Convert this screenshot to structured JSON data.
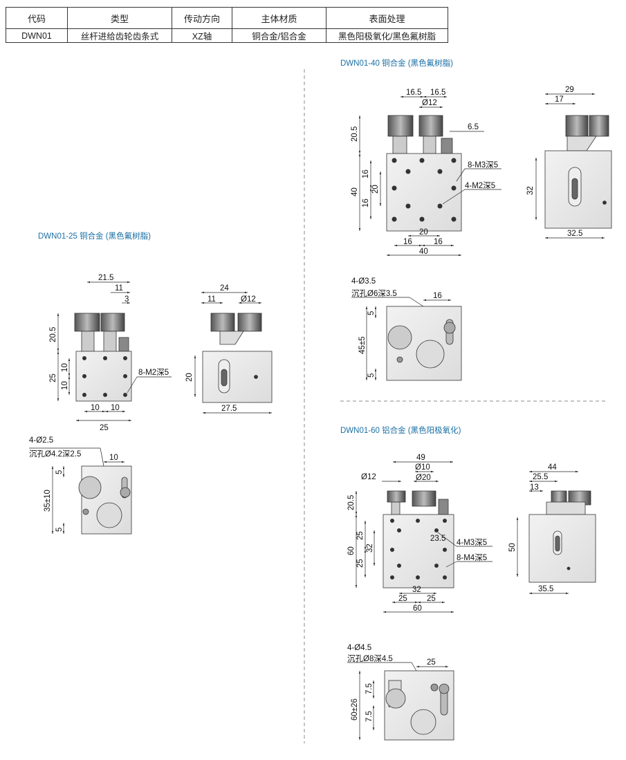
{
  "table": {
    "headers": [
      "代码",
      "类型",
      "传动方向",
      "主体材质",
      "表面处理"
    ],
    "row": [
      "DWN01",
      "丝杆进给齿轮齿条式",
      "XZ轴",
      "铜合金/铝合金",
      "黑色阳极氧化/黑色氟树脂"
    ]
  },
  "sections": {
    "s25": "DWN01-25 铜合金 (黑色氟树脂)",
    "s40": "DWN01-40 铜合金 (黑色氟树脂)",
    "s60": "DWN01-60 铝合金 (黑色阳极氧化)"
  },
  "d25": {
    "w21_5": "21.5",
    "w11": "11",
    "w3": "3",
    "h20_5": "20.5",
    "h25": "25",
    "h10a": "10",
    "h10b": "10",
    "note": "8-M2深5",
    "b10a": "10",
    "b10b": "10",
    "b25": "25",
    "s24": "24",
    "s11": "11",
    "d12": "Ø12",
    "s20": "20",
    "s27_5": "27.5",
    "c1": "4-Ø2.5",
    "c2": "沉孔Ø4.2深2.5",
    "c10": "10",
    "c5a": "5",
    "c5b": "5",
    "c35": "35±10"
  },
  "d40": {
    "w16_5a": "16.5",
    "w16_5b": "16.5",
    "d12": "Ø12",
    "w6_5": "6.5",
    "h20_5": "20.5",
    "h40": "40",
    "h16a": "16",
    "h16b": "16",
    "h20": "20",
    "n1": "8-M3深5",
    "n2": "4-M2深5",
    "b20": "20",
    "b16a": "16",
    "b16b": "16",
    "b40": "40",
    "s29": "29",
    "s17": "17",
    "s32": "32",
    "s32_5": "32.5",
    "c1": "4-Ø3.5",
    "c2": "沉孔Ø6深3.5",
    "c16": "16",
    "c5a": "5",
    "c5b": "5",
    "c45": "45±5"
  },
  "d60": {
    "w49": "49",
    "d10": "Ø10",
    "d20": "Ø20",
    "d12": "Ø12",
    "h20_5": "20.5",
    "h60": "60",
    "h25a": "25",
    "h25b": "25",
    "h32": "32",
    "w23_5": "23.5",
    "n1": "4-M3深5",
    "n2": "8-M4深5",
    "b32": "32",
    "b25a": "25",
    "b25b": "25",
    "b60": "60",
    "s44": "44",
    "s25_5": "25.5",
    "s13": "13",
    "s50": "50",
    "s35_5": "35.5",
    "c1": "4-Ø4.5",
    "c2": "沉孔Ø8深4.5",
    "c25": "25",
    "c7_5a": "7.5",
    "c7_5b": "7.5",
    "c60": "60±26"
  }
}
